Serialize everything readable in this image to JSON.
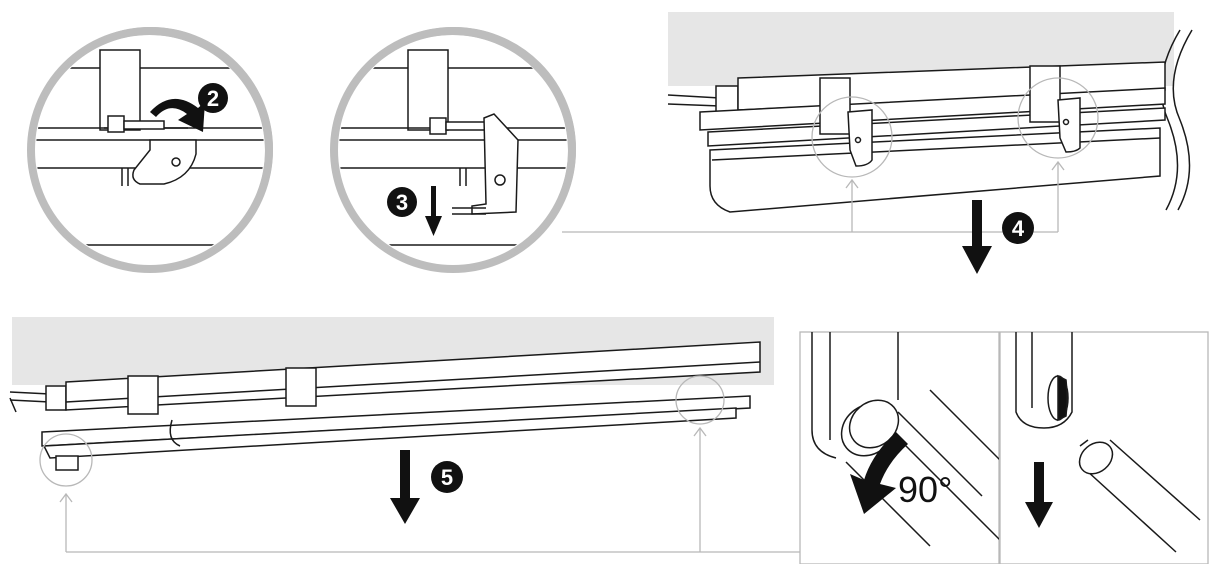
{
  "steps": {
    "step2": "2",
    "step3": "3",
    "step4": "4",
    "step5": "5"
  },
  "rotation_label": "90°",
  "colors": {
    "line": "#1a1a1a",
    "ceiling": "#e6e6e6",
    "frame": "#bdbdbd",
    "callout": "#b8b8b8",
    "badge": "#111111"
  },
  "icons": [
    "rotate-arrow-icon",
    "down-arrow-icon",
    "detail-circle-icon"
  ]
}
